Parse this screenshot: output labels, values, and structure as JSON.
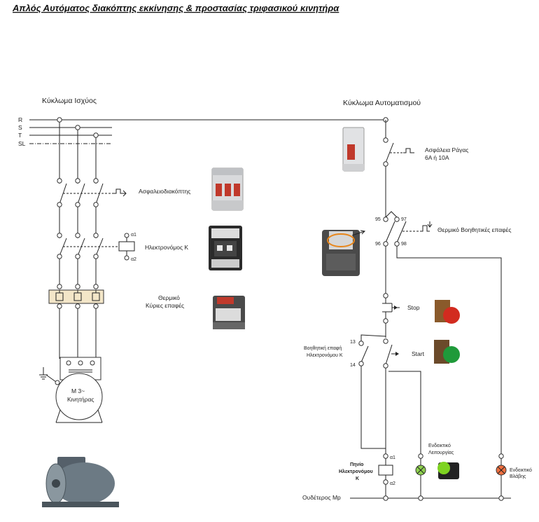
{
  "title": "Απλός Αυτόματος διακόπτης εκκίνησης & προστασίας  τριφασικού κινητήρα",
  "sections": {
    "power": "Κύκλωμα Ισχύος",
    "control": "Κύκλωμα Αυτοματισμού"
  },
  "phases": [
    "R",
    "S",
    "T",
    "SL"
  ],
  "power_labels": {
    "breaker": "Ασφαλειοδιακόπτης",
    "contactor": "Ηλεκτρονόμος K",
    "a1": "α1",
    "a2": "α2",
    "thermal_line1": "Θερμικό",
    "thermal_line2": "Κύριες επαφές",
    "motor_line1": "M 3~",
    "motor_line2": "Κινητήρας"
  },
  "control_labels": {
    "fuse_line1": "Ασφάλεια Ράγας",
    "fuse_line2": "6A ή 10A",
    "thermal_aux": "Θερμικό Βοηθητικές επαφές",
    "t95": "95",
    "t97": "97",
    "t96": "96",
    "t98": "98",
    "stop": "Stop",
    "start": "Start",
    "aux_line1": "Βοηθητική επαφή",
    "aux_line2": "Ηλεκτρονόμου K",
    "t13": "13",
    "t14": "14",
    "coil_line1": "Πηνίο",
    "coil_line2": "Ηλεκτρονόμου",
    "coil_line3": "K",
    "ca1": "α1",
    "ca2": "α2",
    "run_line1": "Ενδεικτικό",
    "run_line2": "Λειτουργίας",
    "fault_line1": "Ενδεικτικό",
    "fault_line2": "Βλάβης",
    "neutral": "Ουδέτερος Mp"
  },
  "colors": {
    "run_lamp": "#8fd14f",
    "fault_lamp": "#f07040",
    "stop_button": "#d22b1f",
    "start_button": "#1f9a3a",
    "highlight": "#e8861a"
  }
}
